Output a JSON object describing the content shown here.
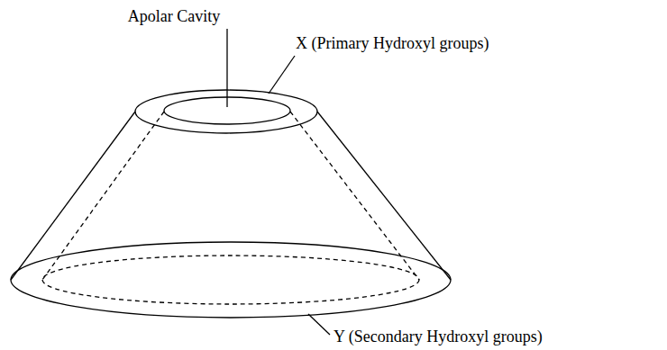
{
  "diagram": {
    "labels": [
      "Apolar Cavity",
      "X (Primary Hydroxyl groups)",
      "Y (Secondary Hydroxyl groups)"
    ]
  }
}
